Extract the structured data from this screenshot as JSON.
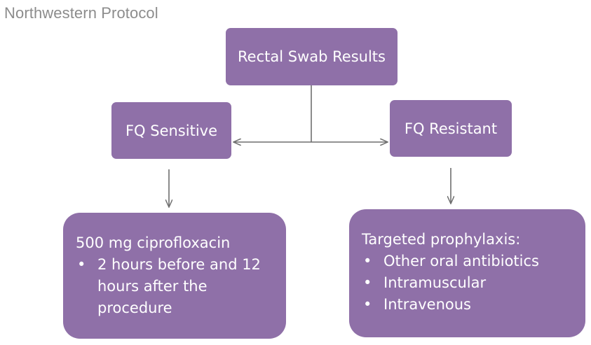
{
  "header": {
    "subtitle": "Northwestern Protocol"
  },
  "diagram": {
    "root": {
      "label": "Rectal Swab Results"
    },
    "left": {
      "label": "FQ Sensitive",
      "detail": {
        "heading": "500 mg ciprofloxacin",
        "bullets": [
          "2 hours before and 12 hours after the procedure"
        ]
      }
    },
    "right": {
      "label": "FQ Resistant",
      "detail": {
        "heading": "Targeted prophylaxis:",
        "bullets": [
          "Other oral antibiotics",
          "Intramuscular",
          "Intravenous"
        ]
      }
    },
    "bullet_glyph": "•",
    "colors": {
      "box_fill": "#8f70a8",
      "box_text": "#ffffff",
      "arrow": "#6e6e6e",
      "subtitle": "#8c8c8c"
    }
  }
}
